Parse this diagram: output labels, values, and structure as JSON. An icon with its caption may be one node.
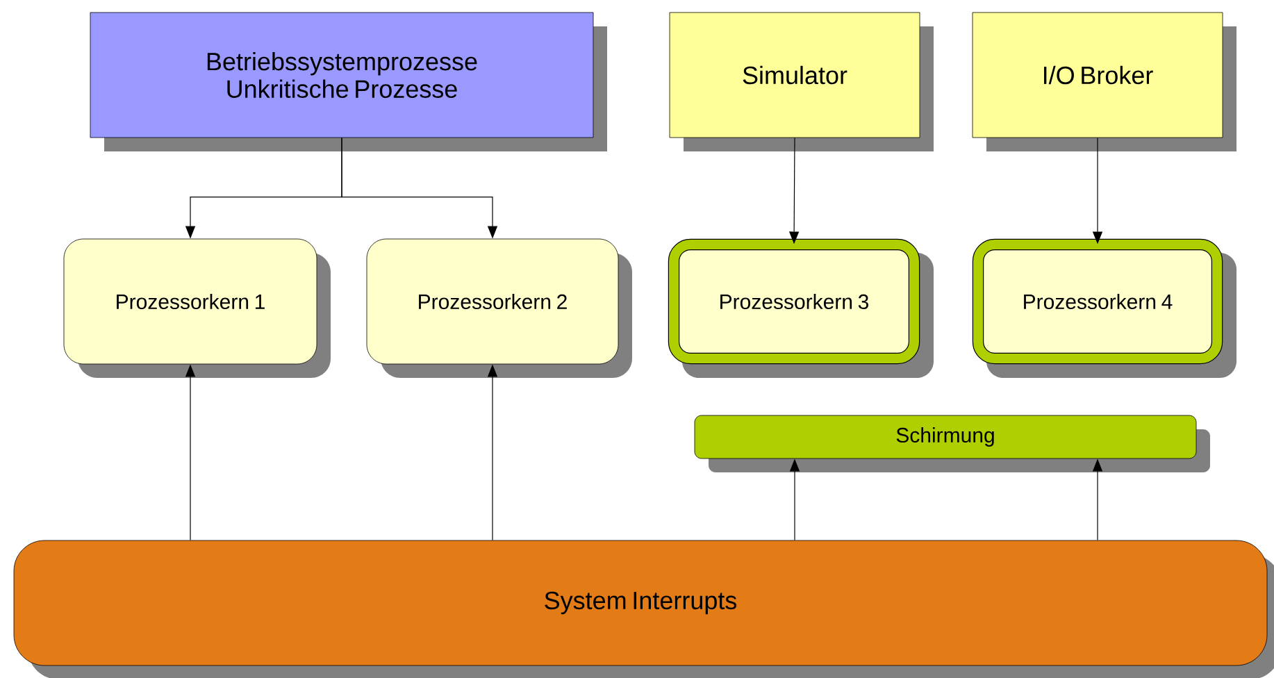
{
  "diagram": {
    "nodes": [
      {
        "text": [
          "Betriebssystemprozesse",
          "Unkritische Prozesse"
        ]
      },
      {
        "text": [
          "Simulator"
        ]
      },
      {
        "text": [
          "I/O Broker"
        ]
      },
      {
        "text": [
          "Prozessorkern 1"
        ]
      },
      {
        "text": [
          "Prozessorkern 2"
        ]
      },
      {
        "text": [
          "Prozessorkern 3"
        ]
      },
      {
        "text": [
          "Prozessorkern 4"
        ]
      },
      {
        "text": [
          "Schirmung"
        ]
      },
      {
        "text": [
          "System Interrupts"
        ]
      }
    ],
    "edges": [
      {
        "from": 0,
        "to": 3,
        "arrow": "to"
      },
      {
        "from": 0,
        "to": 4,
        "arrow": "to"
      },
      {
        "from": 1,
        "to": 5,
        "arrow": "to"
      },
      {
        "from": 2,
        "to": 6,
        "arrow": "to"
      },
      {
        "from": 8,
        "to": 3,
        "arrow": "to"
      },
      {
        "from": 8,
        "to": 4,
        "arrow": "to"
      },
      {
        "from": 8,
        "to": 7,
        "arrow": "to"
      },
      {
        "from": 8,
        "to": 7,
        "arrow": "to"
      }
    ]
  }
}
